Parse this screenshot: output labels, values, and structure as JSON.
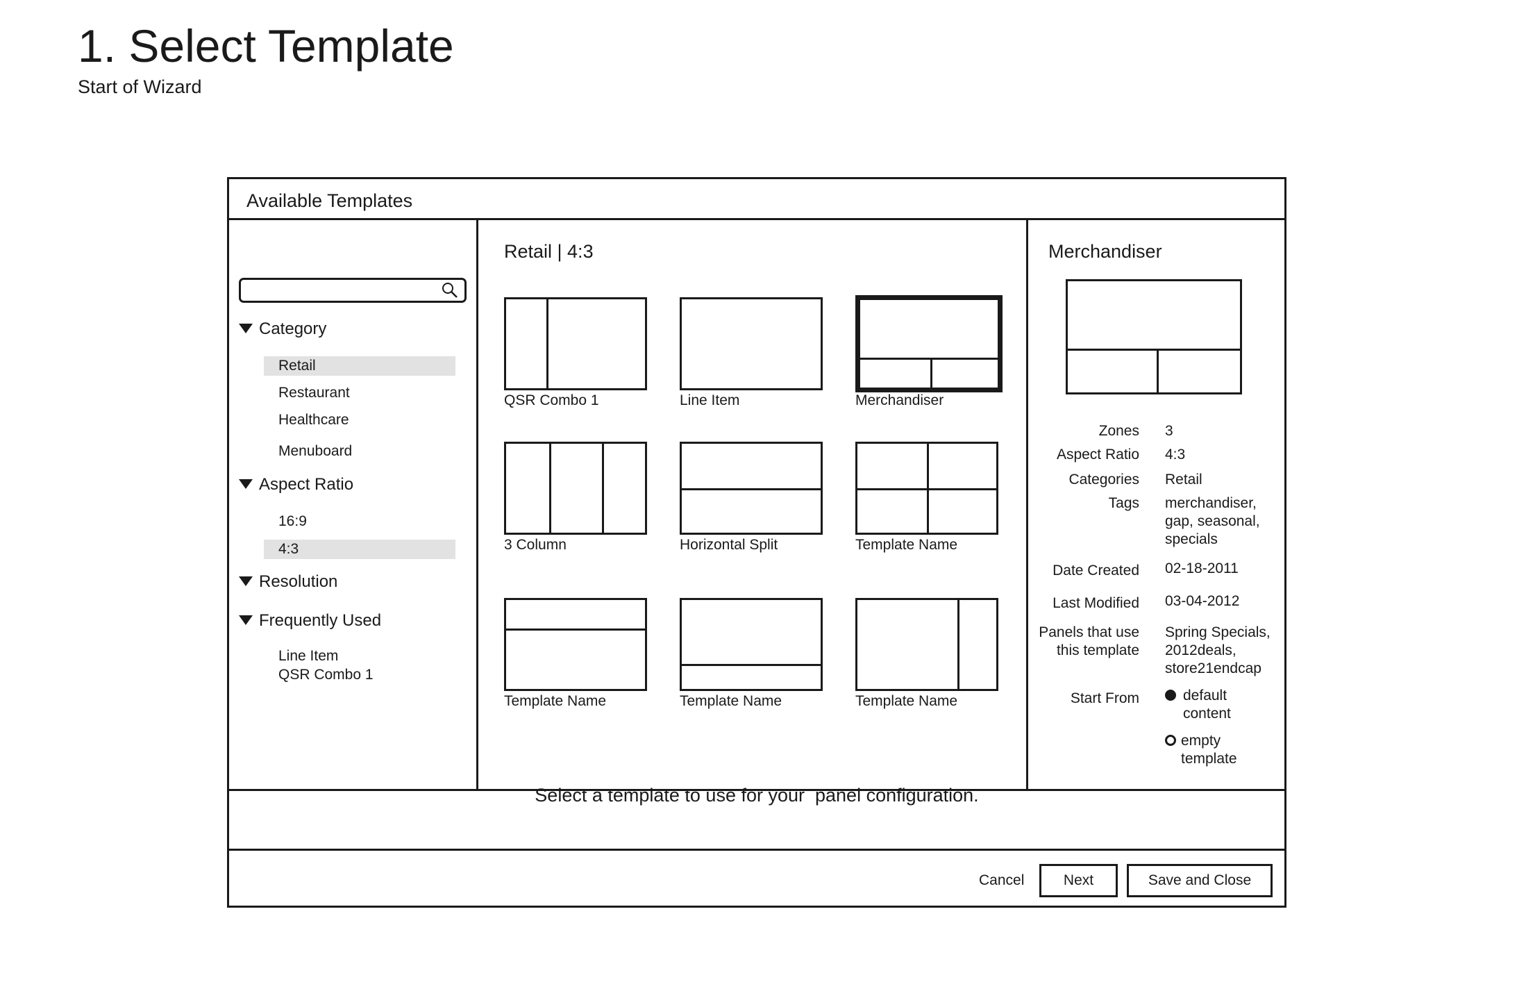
{
  "page": {
    "title": "1. Select Template",
    "subtitle": "Start of Wizard"
  },
  "dialog": {
    "title": "Available Templates",
    "search": {
      "value": "",
      "placeholder": ""
    },
    "filters": [
      {
        "label": "Category",
        "items": [
          {
            "label": "Retail",
            "selected": true
          },
          {
            "label": "Restaurant",
            "selected": false
          },
          {
            "label": "Healthcare",
            "selected": false
          },
          {
            "label": "Menuboard",
            "selected": false
          }
        ]
      },
      {
        "label": "Aspect Ratio",
        "items": [
          {
            "label": "16:9",
            "selected": false
          },
          {
            "label": "4:3",
            "selected": true
          }
        ]
      },
      {
        "label": "Resolution",
        "items": []
      },
      {
        "label": "Frequently Used",
        "items": [
          {
            "label": "Line Item"
          },
          {
            "label": "QSR Combo 1"
          }
        ]
      }
    ],
    "grid": {
      "heading": "Retail | 4:3",
      "templates": [
        {
          "name": "QSR Combo 1",
          "selected": false
        },
        {
          "name": "Line Item",
          "selected": false
        },
        {
          "name": "Merchandiser",
          "selected": true
        },
        {
          "name": "3 Column",
          "selected": false
        },
        {
          "name": "Horizontal Split",
          "selected": false
        },
        {
          "name": "Template Name",
          "selected": false
        },
        {
          "name": "Template Name",
          "selected": false
        },
        {
          "name": "Template Name",
          "selected": false
        },
        {
          "name": "Template Name",
          "selected": false
        }
      ]
    },
    "details": {
      "title": "Merchandiser",
      "properties": {
        "zones": {
          "label": "Zones",
          "value": "3"
        },
        "aspect_ratio": {
          "label": "Aspect Ratio",
          "value": "4:3"
        },
        "categories": {
          "label": "Categories",
          "value": "Retail"
        },
        "tags": {
          "label": "Tags",
          "value": "merchandiser, gap, seasonal, specials"
        },
        "date_created": {
          "label": "Date Created",
          "value": "02-18-2011"
        },
        "last_modified": {
          "label": "Last Modified",
          "value": "03-04-2012"
        },
        "panels": {
          "label": "Panels that use this template",
          "value": "Spring Specials, 2012deals, store21endcap"
        }
      },
      "start_from": {
        "label": "Start From",
        "options": [
          {
            "label": "default content",
            "checked": true
          },
          {
            "label": "empty template",
            "checked": false
          }
        ]
      }
    },
    "instruction": "Select a template to use for your  panel configuration.",
    "footer": {
      "cancel_label": "Cancel",
      "next_label": "Next",
      "save_close_label": "Save and Close"
    }
  }
}
